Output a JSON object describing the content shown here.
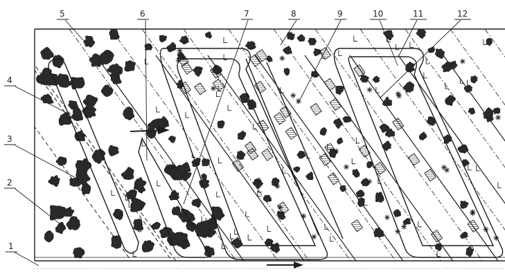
{
  "diagram": {
    "callouts": [
      {
        "label": "1"
      },
      {
        "label": "2"
      },
      {
        "label": "3"
      },
      {
        "label": "4"
      },
      {
        "label": "5"
      },
      {
        "label": "6"
      },
      {
        "label": "7"
      },
      {
        "label": "8"
      },
      {
        "label": "9"
      },
      {
        "label": "10"
      },
      {
        "label": "11"
      },
      {
        "label": "12"
      }
    ],
    "symbols": {
      "aggregate": "blob",
      "fill_marker": "L",
      "hatched_block": "rect-hatch",
      "spark": "asterisk"
    },
    "colors": {
      "ink": "#1e1e1e",
      "background": "#ffffff"
    }
  }
}
